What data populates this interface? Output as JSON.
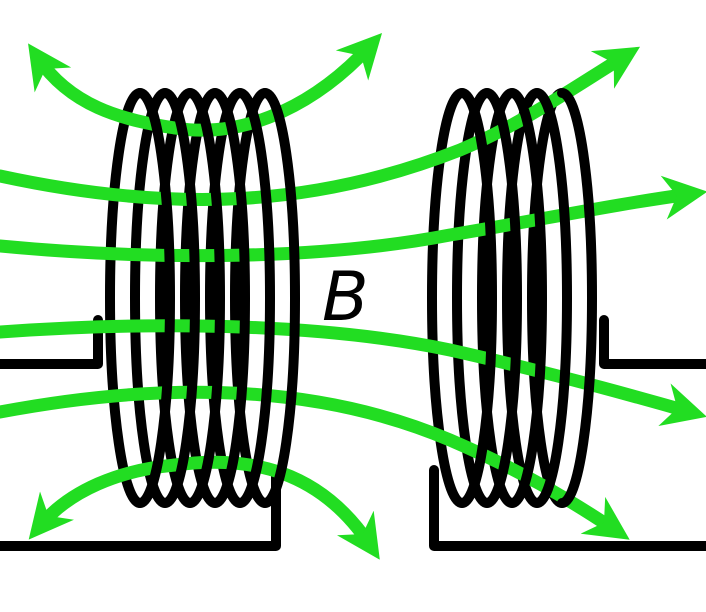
{
  "diagram": {
    "field_label": "B",
    "colors": {
      "field": "#22dd22",
      "wire": "#000000",
      "background": "#ffffff"
    },
    "primary_coil": {
      "turns": 6
    },
    "secondary_coil": {
      "turns": 5
    }
  }
}
